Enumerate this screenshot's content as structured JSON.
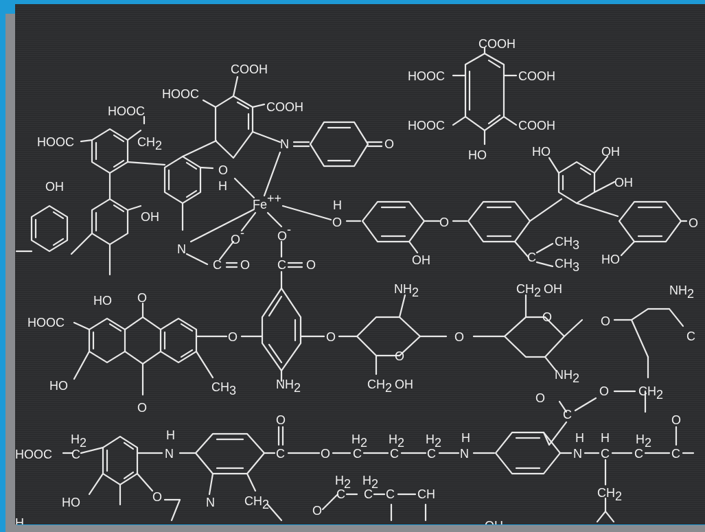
{
  "labels": {
    "cooh_a": "COOH",
    "hooc_a": "HOOC",
    "cooh_b": "COOH",
    "hooc_b": "HOOC",
    "ch2_a": "CH",
    "two_a": "2",
    "hooc_c": "HOOC",
    "oh_a": "OH",
    "hooc_top1": "HOOC",
    "cooh_top1": "COOH",
    "cooh_top2": "COOH",
    "hooc_top2": "HOOC",
    "cooh_top3": "COOH",
    "ho_top": "HO",
    "quinone_n": "N",
    "quinone_o": "O",
    "oh_b": "O",
    "h_b": "H",
    "fe": "Fe",
    "fe_charge": "++",
    "oh_c": "OH",
    "n_a": "N",
    "o_minus1": "O",
    "minus1": "-",
    "o_minus2": "O",
    "minus2": "-",
    "c_o1": "C",
    "o_1": "O",
    "c_o2": "C",
    "o_2": "O",
    "h_c": "H",
    "o_link1": "O",
    "o_link2": "O",
    "oh_d": "OH",
    "ho_b": "HO",
    "ho_c": "HO",
    "oh_e": "OH",
    "oh_f": "OH",
    "ch3_1": "CH",
    "three_1": "3",
    "c_iso": "C",
    "ch3_2": "CH",
    "three_2": "3",
    "ho_d": "HO",
    "o_end": "O",
    "o_anth1": "O",
    "hooc_d": "HOOC",
    "ho_e": "HO",
    "ch3_3": "CH",
    "three_3": "3",
    "o_anth2": "O",
    "o_link3": "O",
    "nh2_a": "NH",
    "two_b": "2",
    "nh2_b": "NH",
    "two_c": "2",
    "o_link4": "O",
    "o_sugar1": "O",
    "ch2oh_a": "CH",
    "ch2oh_a2": "2",
    "ch2oh_a3": "OH",
    "o_link5": "O",
    "ch2oh_b": "CH",
    "ch2oh_b2": "2",
    "ch2oh_b3": "OH",
    "o_sugar2": "O",
    "nh2_c": "NH",
    "two_d": "2",
    "o_link6": "O",
    "nh2_d": "NH",
    "two_e": "2",
    "c_edge": "C",
    "o_ester1": "O",
    "c_ester": "C",
    "o_ester2": "O",
    "ch2_ester": "CH",
    "two_f": "2",
    "hooc_e": "HOOC",
    "h2_a": "H",
    "two_g": "2",
    "c_a": "C",
    "h_d": "H",
    "n_b": "N",
    "ho_f": "HO",
    "o_bot1": "O",
    "n_c": "N",
    "ch2_b": "CH",
    "two_h": "2",
    "o_top_carb": "O",
    "c_carb": "C",
    "o_chain": "O",
    "h2_b": "H",
    "two_i": "2",
    "c_b": "C",
    "h2_c": "H",
    "two_j": "2",
    "c_c": "C",
    "h2_d": "H",
    "two_k": "2",
    "c_d": "C",
    "h_e": "H",
    "n_d": "N",
    "h2_e": "H",
    "two_l": "2",
    "c_e": "C",
    "h2_f": "H",
    "two_m": "2",
    "c_f": "C",
    "c_g": "C",
    "ch_a": "CH",
    "o_bot2": "O",
    "h_f": "H",
    "n_e": "N",
    "h_g": "H",
    "c_h": "C",
    "h2_g": "H",
    "two_n": "2",
    "c_i": "C",
    "o_right": "O",
    "c_j": "C",
    "ch2_c": "CH",
    "two_o": "2",
    "h_corner": "H",
    "oh_bottom": "OH"
  }
}
